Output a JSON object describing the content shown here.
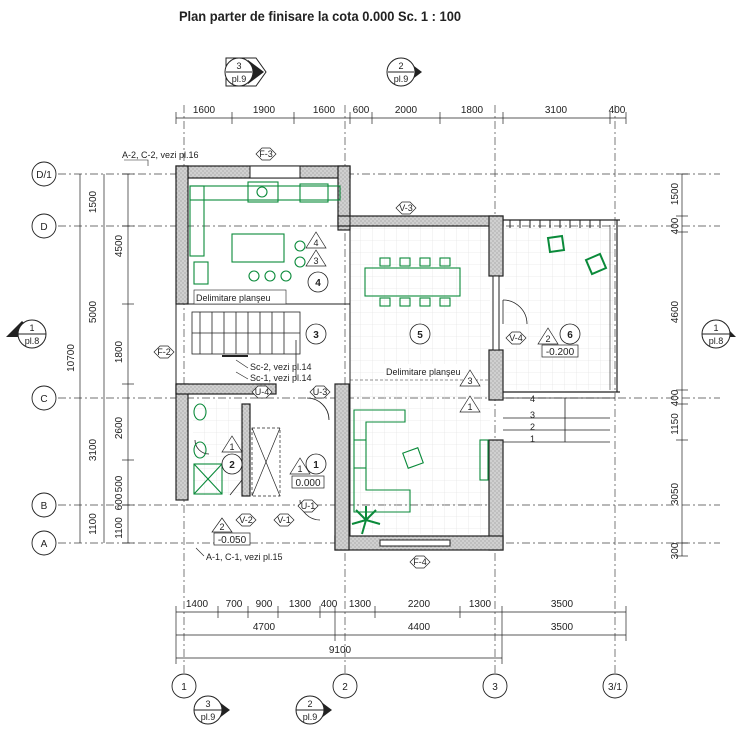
{
  "title": "Plan parter de finisare la cota 0.000 Sc. 1 : 100",
  "colors": {
    "line": "#222222",
    "wall_fill": "#b8b8b8",
    "furniture": "#0a8a3a",
    "grid": "#d8d8d8"
  },
  "section_markers": [
    {
      "num": "3",
      "sheet": "pl.9"
    },
    {
      "num": "2",
      "sheet": "pl.9"
    },
    {
      "num": "1",
      "sheet": "pl.8"
    },
    {
      "num": "1",
      "sheet": "pl.8"
    },
    {
      "num": "3",
      "sheet": "pl.9"
    },
    {
      "num": "2",
      "sheet": "pl.9"
    }
  ],
  "top_dims": [
    "1600",
    "1900",
    "1600",
    "600",
    "2000",
    "1800",
    "3100",
    "400"
  ],
  "bottom_dims_row1": [
    "1400",
    "700",
    "900",
    "1300",
    "400",
    "1300",
    "2200",
    "1300",
    "3500"
  ],
  "bottom_dims_row2": [
    "4700",
    "4400",
    "3500"
  ],
  "bottom_total": "9100",
  "left_dims_inner": [
    "1500",
    "4500",
    "5000",
    "1800",
    "2600",
    "3100",
    "500",
    "600",
    "1100",
    "1100"
  ],
  "left_total": "10700",
  "right_dims": [
    "1500",
    "400",
    "4600",
    "400",
    "1150",
    "3050",
    "300"
  ],
  "axes_h": [
    "D/1",
    "D",
    "C",
    "B",
    "A"
  ],
  "axes_v": [
    "1",
    "2",
    "3",
    "3/1"
  ],
  "elevation_tags": [
    "F-3",
    "F-2",
    "F-4",
    "V-3",
    "V-4",
    "V-1",
    "V-2",
    "U-1",
    "U-3",
    "U-4"
  ],
  "room_numbers": [
    "1",
    "2",
    "3",
    "4",
    "5",
    "6"
  ],
  "levels": [
    "0.000",
    "-0.050",
    "-0.200"
  ],
  "level_tags": [
    "1",
    "2",
    "2"
  ],
  "finish_tags": [
    "1",
    "1",
    "4",
    "3",
    "3",
    "1"
  ],
  "notes": {
    "a2c2": "A-2, C-2, vezi pl.16",
    "a1c1": "A-1, C-1, vezi pl.15",
    "sc2": "Sc-2, vezi pl.14",
    "sc1": "Sc-1, vezi pl.14",
    "delim1": "Delimitare planşeu",
    "delim2": "Delimitare planşeu"
  },
  "steps": [
    "4",
    "3",
    "2",
    "1"
  ]
}
